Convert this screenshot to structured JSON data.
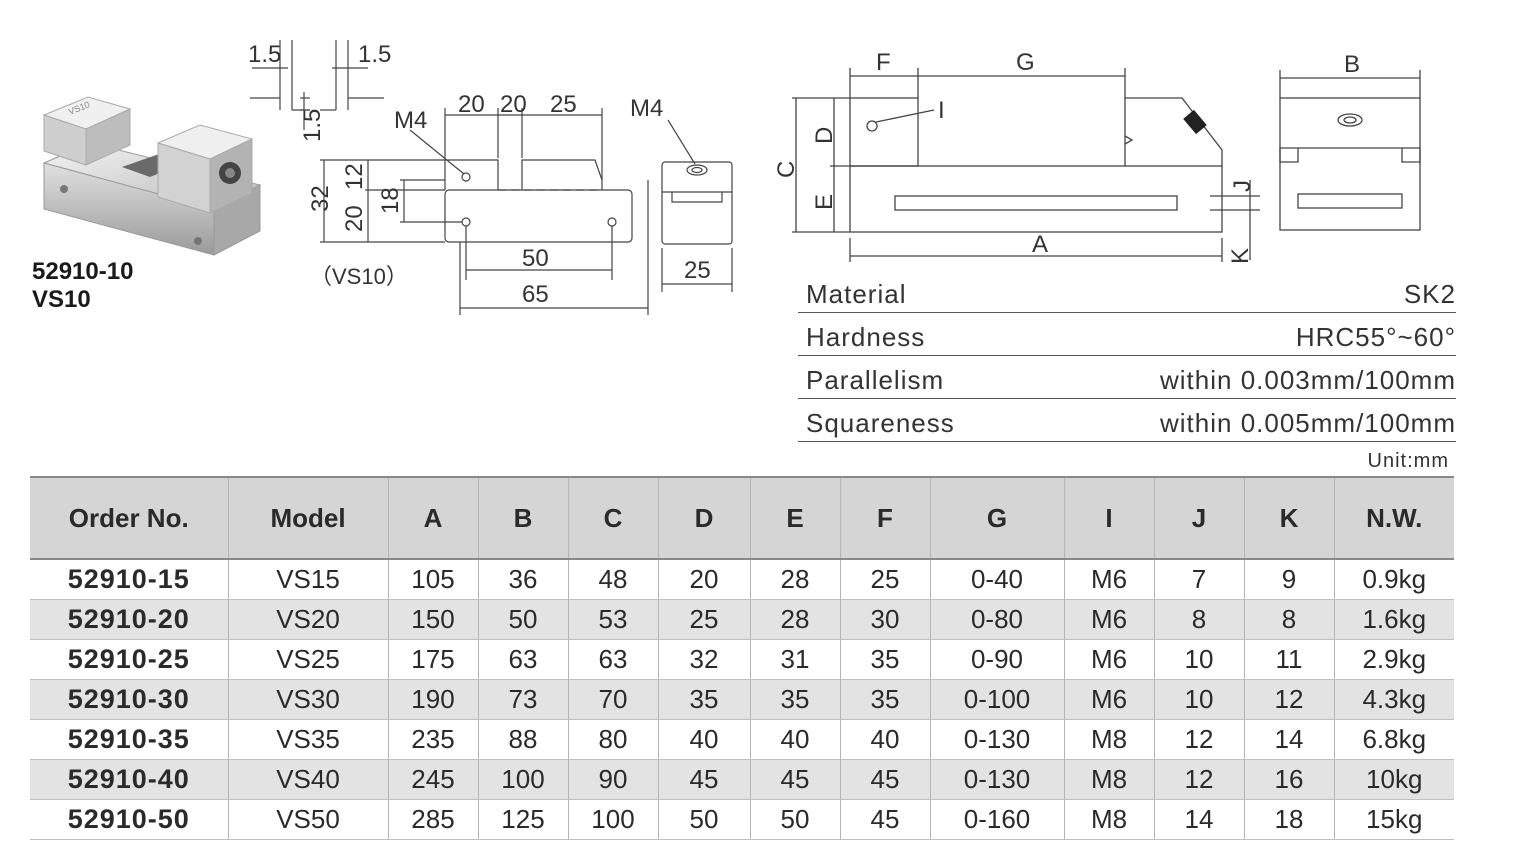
{
  "product": {
    "order_no": "52910-10",
    "model": "VS10"
  },
  "small_drawing": {
    "dims": {
      "gap_left": "1.5",
      "gap_right": "1.5",
      "gap_height": "1.5",
      "m4_left": "M4",
      "m4_right": "M4",
      "top_20a": "20",
      "top_20b": "20",
      "top_25": "25",
      "h32": "32",
      "h12": "12",
      "h20": "20",
      "h18": "18",
      "w50": "50",
      "w65": "65",
      "w25": "25"
    },
    "caption": "（VS10）"
  },
  "large_drawing": {
    "labels": {
      "F": "F",
      "G": "G",
      "B": "B",
      "I": "I",
      "C": "C",
      "D": "D",
      "E": "E",
      "A": "A",
      "J": "J",
      "K": "K"
    }
  },
  "specs": [
    {
      "label": "Material",
      "value": "SK2"
    },
    {
      "label": "Hardness",
      "value": "HRC55°~60°"
    },
    {
      "label": "Parallelism",
      "value": "within 0.003mm/100mm"
    },
    {
      "label": "Squareness",
      "value": "within 0.005mm/100mm"
    }
  ],
  "unit": "Unit:mm",
  "table": {
    "headers": [
      "Order No.",
      "Model",
      "A",
      "B",
      "C",
      "D",
      "E",
      "F",
      "G",
      "I",
      "J",
      "K",
      "N.W."
    ],
    "rows": [
      [
        "52910-15",
        "VS15",
        "105",
        "36",
        "48",
        "20",
        "28",
        "25",
        "0-40",
        "M6",
        "7",
        "9",
        "0.9kg"
      ],
      [
        "52910-20",
        "VS20",
        "150",
        "50",
        "53",
        "25",
        "28",
        "30",
        "0-80",
        "M6",
        "8",
        "8",
        "1.6kg"
      ],
      [
        "52910-25",
        "VS25",
        "175",
        "63",
        "63",
        "32",
        "31",
        "35",
        "0-90",
        "M6",
        "10",
        "11",
        "2.9kg"
      ],
      [
        "52910-30",
        "VS30",
        "190",
        "73",
        "70",
        "35",
        "35",
        "35",
        "0-100",
        "M6",
        "10",
        "12",
        "4.3kg"
      ],
      [
        "52910-35",
        "VS35",
        "235",
        "88",
        "80",
        "40",
        "40",
        "40",
        "0-130",
        "M8",
        "12",
        "14",
        "6.8kg"
      ],
      [
        "52910-40",
        "VS40",
        "245",
        "100",
        "90",
        "45",
        "45",
        "45",
        "0-130",
        "M8",
        "12",
        "16",
        "10kg"
      ],
      [
        "52910-50",
        "VS50",
        "285",
        "125",
        "100",
        "50",
        "50",
        "45",
        "0-160",
        "M8",
        "14",
        "18",
        "15kg"
      ]
    ]
  }
}
